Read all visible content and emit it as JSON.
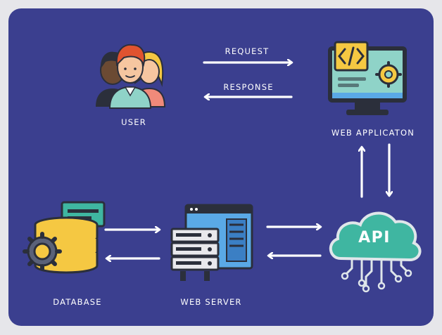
{
  "diagram": {
    "colors": {
      "background": "#3b3f8f",
      "arrow": "#ffffff",
      "teal": "#3fb6a1",
      "yellow": "#f5c842",
      "navy": "#2b2f3b",
      "screen_blue": "#5aa9e6"
    },
    "nodes": {
      "user": {
        "label": "USER",
        "icon": "users-group-icon"
      },
      "web_app": {
        "label": "WEB APPLICATON",
        "icon": "monitor-code-icon"
      },
      "database": {
        "label": "DATABASE",
        "icon": "database-icon"
      },
      "web_server": {
        "label": "WEB SERVER",
        "icon": "server-rack-icon"
      },
      "api": {
        "label": "API",
        "icon": "cloud-circuit-icon"
      }
    },
    "edges": {
      "request": "REQUEST",
      "response": "RESPONSE"
    }
  }
}
